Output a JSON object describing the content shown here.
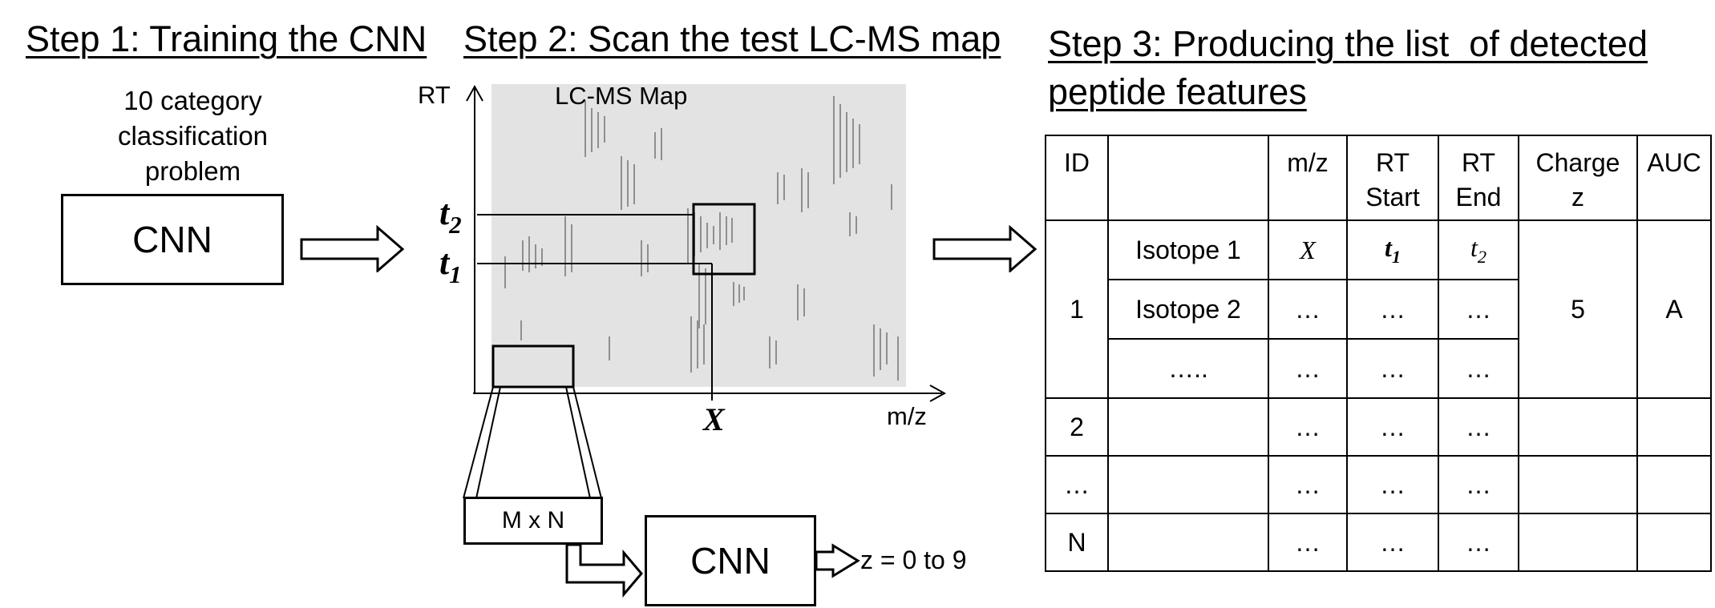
{
  "step1": {
    "heading": "Step 1: Training the CNN",
    "description": [
      "10 category",
      "classification",
      "problem"
    ],
    "cnn_label": "CNN"
  },
  "step2": {
    "heading": "Step 2: Scan the test LC-MS map",
    "map_label": "LC-MS Map",
    "axis_y_label": "RT",
    "axis_x_label": "m/z",
    "t2_main": "t",
    "t2_sub": "2",
    "t1_main": "t",
    "t1_sub": "1",
    "x_marker": "X",
    "window_label": "M x N",
    "cnn_label": "CNN",
    "output_label": "z = 0 to 9"
  },
  "step3": {
    "heading_line1": "Step 3: Producing the list  of detected",
    "heading_line2": "peptide features",
    "table": {
      "headers": {
        "id": "ID",
        "name": "",
        "mz": "m/z",
        "rt_start": [
          "RT",
          "Start"
        ],
        "rt_end": [
          "RT",
          "End"
        ],
        "charge": [
          "Charge",
          "z"
        ],
        "auc": "AUC"
      },
      "feature1": {
        "id": "1",
        "charge": "5",
        "auc": "A",
        "rows": [
          {
            "name": "Isotope 1",
            "mz": "X",
            "rt_start_main": "t",
            "rt_start_sub": "1",
            "rt_end_main": "t",
            "rt_end_sub": "2"
          },
          {
            "name": "Isotope 2",
            "mz": "…",
            "rt_start": "…",
            "rt_end": "…"
          },
          {
            "name": "…..",
            "mz": "…",
            "rt_start": "…",
            "rt_end": "…"
          }
        ]
      },
      "rows_after": [
        {
          "id": "2",
          "mz": "…",
          "rt_start": "…",
          "rt_end": "…"
        },
        {
          "id": "…",
          "mz": "…",
          "rt_start": "…",
          "rt_end": "…"
        },
        {
          "id": "N",
          "mz": "…",
          "rt_start": "…",
          "rt_end": "…"
        }
      ]
    }
  }
}
